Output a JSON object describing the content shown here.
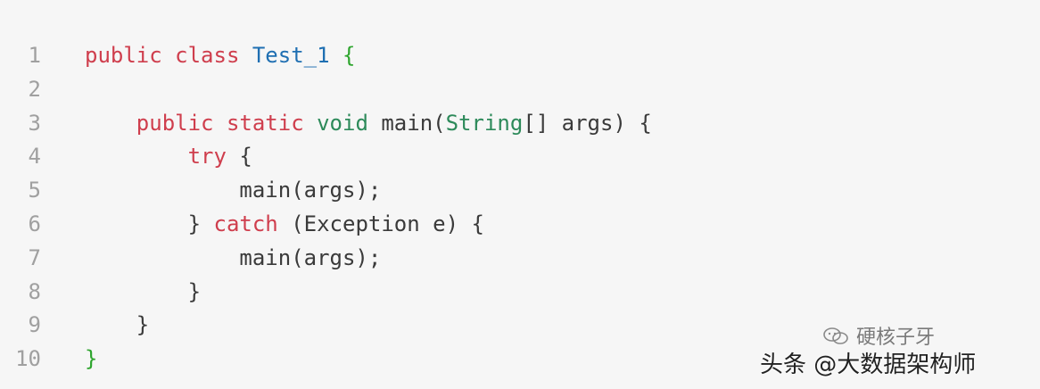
{
  "code_block": {
    "lines": [
      {
        "number": "1",
        "tokens": [
          {
            "text": "public",
            "kind": "keyword"
          },
          {
            "text": " ",
            "kind": "plain"
          },
          {
            "text": "class",
            "kind": "keyword"
          },
          {
            "text": " ",
            "kind": "plain"
          },
          {
            "text": "Test_1",
            "kind": "type"
          },
          {
            "text": " ",
            "kind": "plain"
          },
          {
            "text": "{",
            "kind": "brace-green"
          }
        ]
      },
      {
        "number": "2",
        "tokens": []
      },
      {
        "number": "3",
        "tokens": [
          {
            "text": "    ",
            "kind": "plain"
          },
          {
            "text": "public",
            "kind": "keyword"
          },
          {
            "text": " ",
            "kind": "plain"
          },
          {
            "text": "static",
            "kind": "keyword"
          },
          {
            "text": " ",
            "kind": "plain"
          },
          {
            "text": "void",
            "kind": "builtin"
          },
          {
            "text": " main(",
            "kind": "plain"
          },
          {
            "text": "String",
            "kind": "builtin"
          },
          {
            "text": "[] args) {",
            "kind": "plain"
          }
        ]
      },
      {
        "number": "4",
        "tokens": [
          {
            "text": "        ",
            "kind": "plain"
          },
          {
            "text": "try",
            "kind": "keyword"
          },
          {
            "text": " {",
            "kind": "plain"
          }
        ]
      },
      {
        "number": "5",
        "tokens": [
          {
            "text": "            main(args);",
            "kind": "plain"
          }
        ]
      },
      {
        "number": "6",
        "tokens": [
          {
            "text": "        } ",
            "kind": "plain"
          },
          {
            "text": "catch",
            "kind": "keyword"
          },
          {
            "text": " (Exception e) {",
            "kind": "plain"
          }
        ]
      },
      {
        "number": "7",
        "tokens": [
          {
            "text": "            main(args);",
            "kind": "plain"
          }
        ]
      },
      {
        "number": "8",
        "tokens": [
          {
            "text": "        }",
            "kind": "plain"
          }
        ]
      },
      {
        "number": "9",
        "tokens": [
          {
            "text": "    }",
            "kind": "plain"
          }
        ]
      },
      {
        "number": "10",
        "tokens": [
          {
            "text": "}",
            "kind": "brace-green"
          }
        ]
      }
    ]
  },
  "watermark": {
    "icon": "wechat-icon",
    "name": "硬核子牙",
    "handle": "头条 @大数据架构师"
  },
  "colors": {
    "background": "#f6f6f6",
    "line_number": "#a0a0a0",
    "keyword": "#cf3e4d",
    "type": "#1f6fb2",
    "brace_green": "#2ea52e",
    "builtin": "#2d8a5a",
    "plain": "#3a3a3a"
  }
}
